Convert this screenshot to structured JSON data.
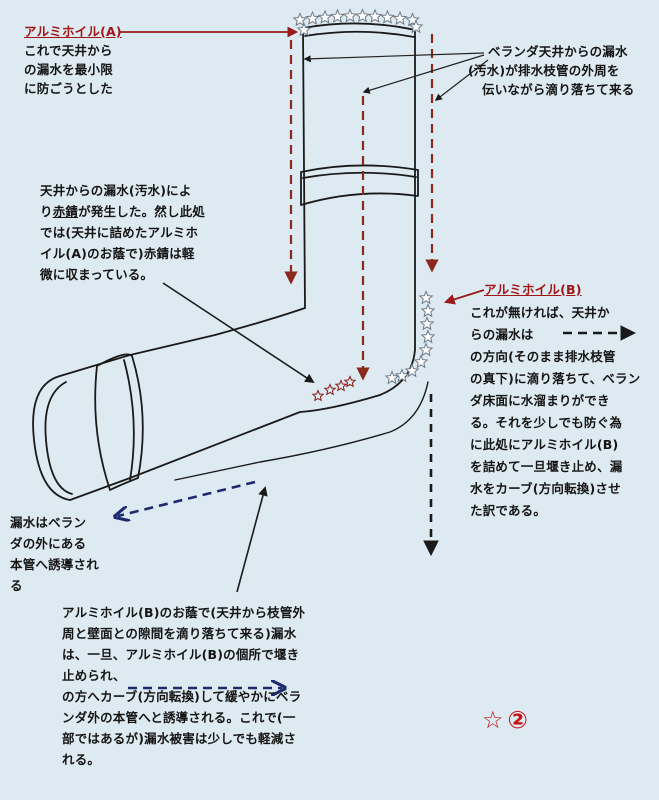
{
  "notes": {
    "foil_a": {
      "title": "アルミホイル(A)",
      "lines": [
        "これで天井から",
        "の漏水を最小限",
        "に防ごうとした"
      ]
    },
    "top_right": {
      "lines": [
        "ベランダ天井からの漏水",
        "(汚水)が排水枝管の外周を",
        "伝いながら滴り落ちて来る"
      ]
    },
    "rust": {
      "line1": "天井からの漏水(汚水)によ",
      "line2_pre": "り",
      "line2_rust": "赤錆",
      "line2_post": "が発生した。然し此処",
      "line3": "では(天井に詰めたアルミホ",
      "line4": "イル(A)のお蔭で)赤錆は軽",
      "line5": "微に収まっている。"
    },
    "foil_b": {
      "title": "アルミホイル(B)",
      "line1": "これが無ければ、天井か",
      "line2": "らの漏水は",
      "lines": [
        "の方向(そのまま排水枝管",
        "の真下)に滴り落ちて、ベラン",
        "ダ床面に水溜まりができ",
        "る。それを少しでも防ぐ為",
        "に此処にアルミホイル(B)",
        "を詰めて一旦堰き止め、漏",
        "水をカーブ(方向転換)させ",
        "た訳である。"
      ]
    },
    "left": {
      "lines": [
        "漏水はベラン",
        "ダの外にある",
        "本管へ誘導され",
        "る"
      ]
    },
    "bottom": {
      "line1": "アルミホイル(B)のお蔭で(天井から枝管外",
      "line2": "周と壁面との隙間を滴り落ちて来る)漏水",
      "line3": "は、一旦、アルミホイル(B)の個所で堰き",
      "line4": "止められ、",
      "line5": "の方へカーブ(方向転換)して緩やかにベラ",
      "line6": "ンダ外の本管へと誘導される。これで(一",
      "line7": "部ではあるが)漏水被害は少しでも軽減さ",
      "line8": "れる。"
    }
  },
  "mark": {
    "star": "☆",
    "number": "②"
  },
  "colors": {
    "background": "#ddeaf1",
    "pipe_outline": "#1a1a1a",
    "drip_arrow": "#8a2a1c",
    "leader_red": "#9a1a1a",
    "dash_navy": "#1f2a6e",
    "foil_star": "#6e7a88",
    "rust_star": "#8a1818",
    "accent_mark": "#c41414"
  }
}
